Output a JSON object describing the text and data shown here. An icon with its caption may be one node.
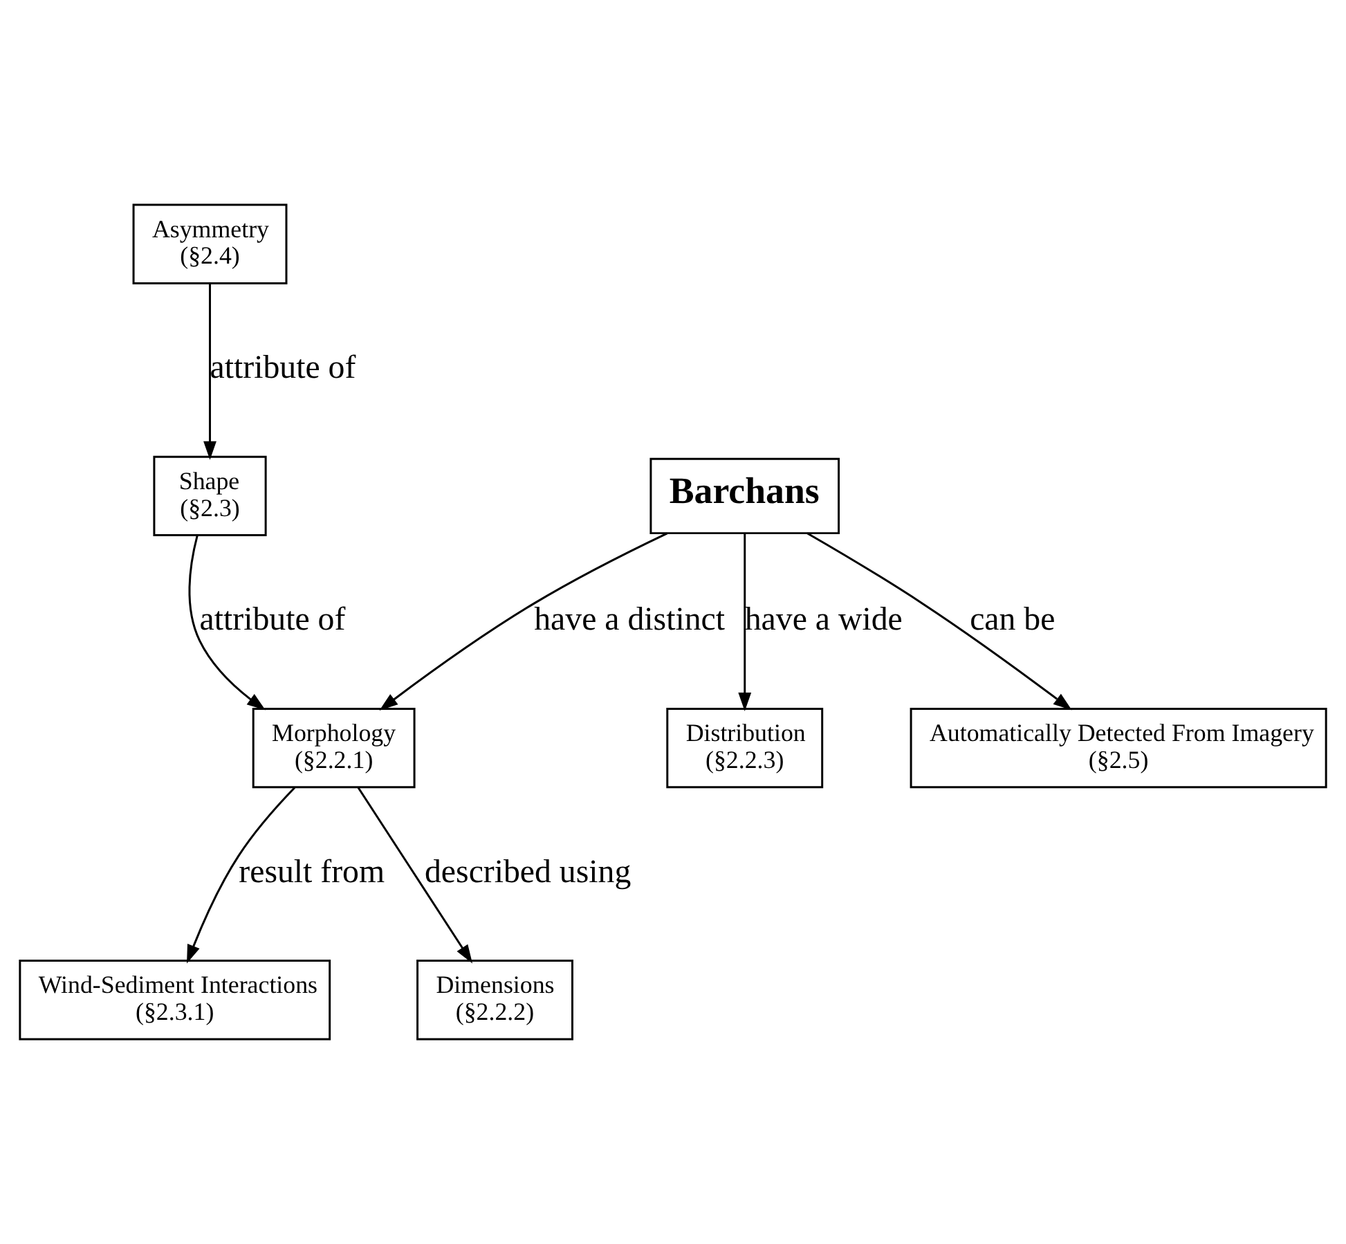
{
  "diagram": {
    "nodes": [
      {
        "text": [
          "Barchans"
        ]
      },
      {
        "text": [
          "Automatically Detected From Imagery",
          "(§2.5)"
        ]
      },
      {
        "text": [
          "Shape",
          "(§2.3)"
        ]
      },
      {
        "text": [
          "Morphology",
          "(§2.2.1)"
        ]
      },
      {
        "text": [
          "Asymmetry",
          "(§2.4)"
        ]
      },
      {
        "text": [
          "Distribution",
          "(§2.2.3)"
        ]
      },
      {
        "text": [
          "Wind-Sediment Interactions",
          "(§2.3.1)"
        ]
      },
      {
        "text": [
          "Dimensions",
          "(§2.2.2)"
        ]
      }
    ],
    "edges": [
      {
        "from": 0,
        "to": 1,
        "arrow": "to",
        "label": "can be"
      },
      {
        "from": 2,
        "to": 3,
        "arrow": "to",
        "label": "attribute of"
      },
      {
        "from": 4,
        "to": 2,
        "arrow": "to",
        "label": "attribute of"
      },
      {
        "from": 0,
        "to": 3,
        "arrow": "to",
        "label": "have a distinct"
      },
      {
        "from": 0,
        "to": 5,
        "arrow": "to",
        "label": "have a wide"
      },
      {
        "from": 3,
        "to": 6,
        "arrow": "to",
        "label": "result from"
      },
      {
        "from": 3,
        "to": 7,
        "arrow": "to",
        "label": "described using"
      }
    ]
  }
}
